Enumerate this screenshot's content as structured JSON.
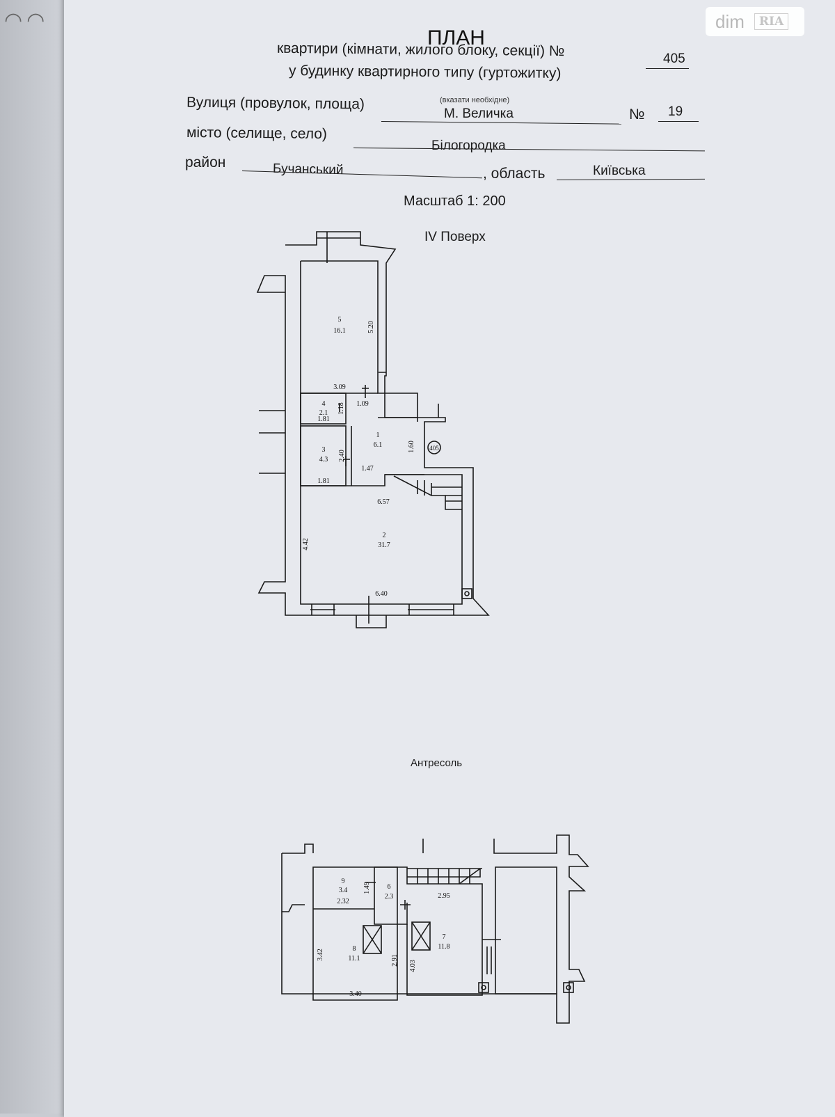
{
  "watermark": {
    "text": "dim",
    "badge": "RIA"
  },
  "header": {
    "title": "ПЛАН",
    "line1": "квартири (кімнати, жилого блоку, секції) №",
    "apartment_number": "405",
    "line2": "у будинку квартирного типу (гуртожитку)",
    "street_label": "Вулиця (провулок, площа)",
    "note": "(вказати необхідне)",
    "street_value": "М. Величка",
    "number_label": "№",
    "house_number": "19",
    "city_label": "місто (селище, село)",
    "city_value": "Білогородка",
    "district_label": "район",
    "district_value": "Бучанський",
    "region_label": ", область",
    "region_value": "Київська",
    "scale": "Масштаб 1:  200"
  },
  "floor_plan": {
    "title": "IV Поверх",
    "rooms": [
      {
        "number": "5",
        "area": "16.1"
      },
      {
        "number": "4",
        "area": "2.1"
      },
      {
        "number": "3",
        "area": "4.3"
      },
      {
        "number": "1",
        "area": "6.1"
      },
      {
        "number": "2",
        "area": "31.7"
      }
    ],
    "dimensions": [
      "5.20",
      "3.09",
      "1.09",
      "1.18",
      "1.81",
      "2.40",
      "1.47",
      "1.81",
      "1.60",
      "6.57",
      "4.42",
      "6.40"
    ],
    "entrance_marker": "405"
  },
  "mezzanine_plan": {
    "title": "Антресоль",
    "rooms": [
      {
        "number": "9",
        "area": "3.4"
      },
      {
        "number": "6",
        "area": "2.3"
      },
      {
        "number": "8",
        "area": "11.1"
      },
      {
        "number": "7",
        "area": "11.8"
      }
    ],
    "dimensions": [
      "1.49",
      "2.32",
      "2.95",
      "3.42",
      "2.91",
      "4.03",
      "3.40"
    ]
  }
}
